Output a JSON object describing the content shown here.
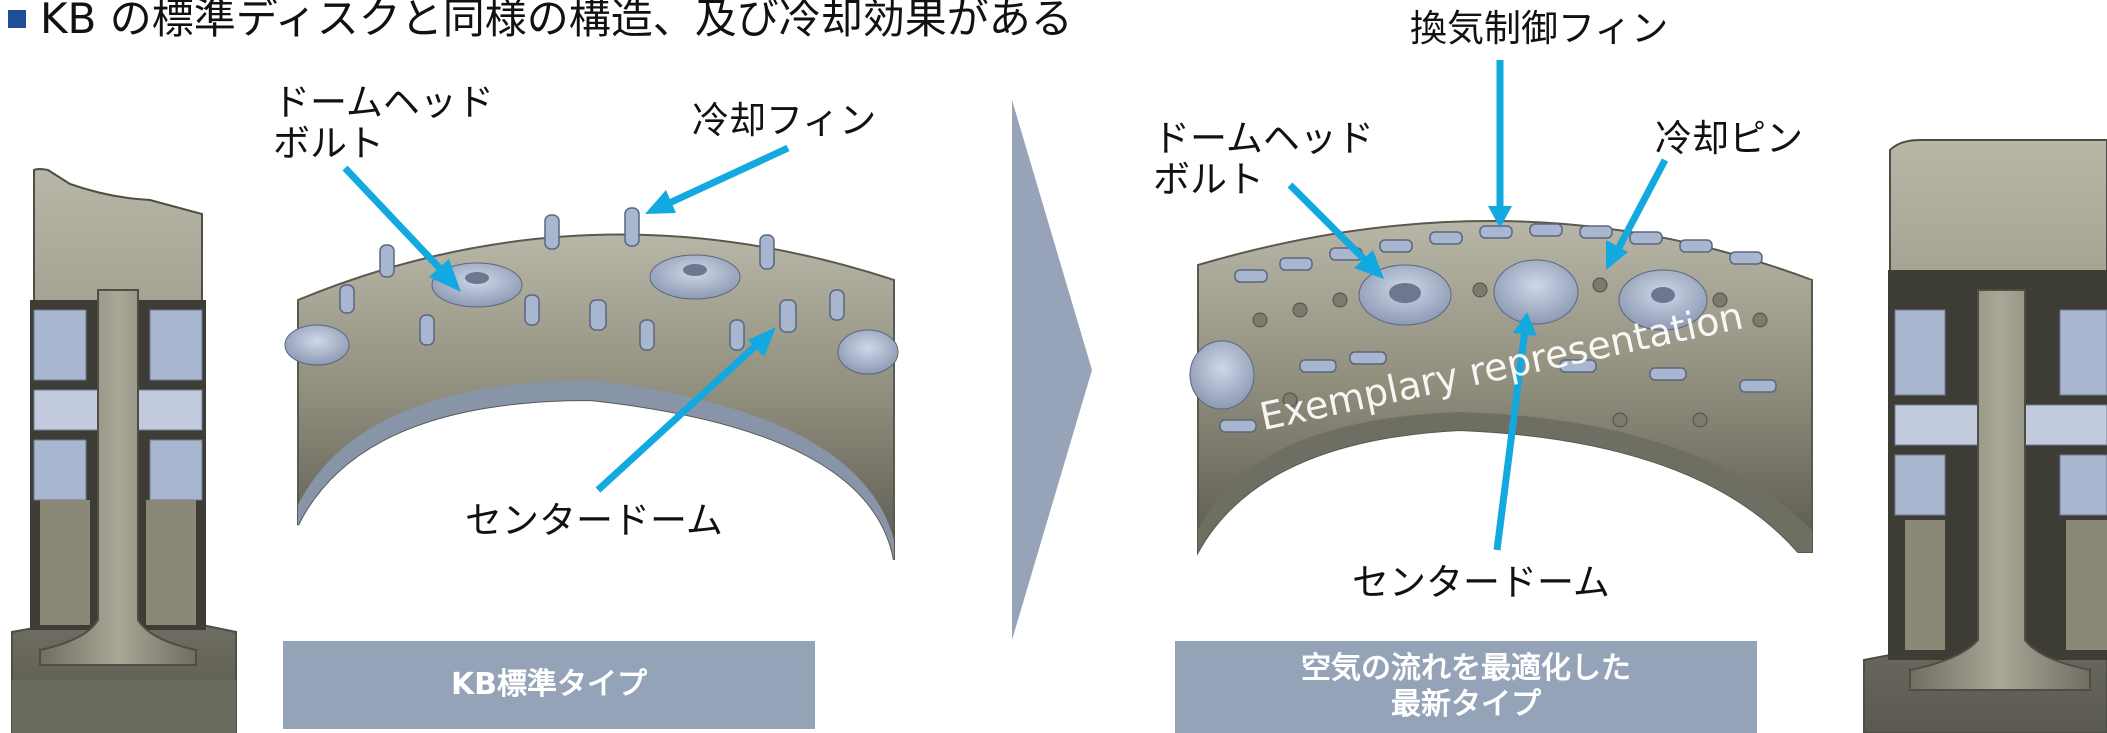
{
  "slide": {
    "headline": "KB の標準ディスクと同様の構造、及び冷却効果がある"
  },
  "left_figure": {
    "labels": {
      "dome_head_bolt": [
        "ドームヘッド",
        "ボルト"
      ],
      "cooling_fin": "冷却フィン",
      "center_dome": "センタードーム"
    },
    "tag": "KB標準タイプ"
  },
  "right_figure": {
    "labels": {
      "ventilation_fin": "換気制御フィン",
      "dome_head_bolt": [
        "ドームヘッド",
        "ボルト"
      ],
      "cooling_pin": "冷却ピン",
      "center_dome": "センタードーム"
    },
    "watermark": "Exemplary representation",
    "tag": [
      "空気の流れを最適化した",
      "最新タイプ"
    ]
  },
  "colors": {
    "callout": "#12a8e0",
    "tag_bg": "#94a3b8",
    "chevron": "#97a3b9",
    "disc_metal": "#8f8d7c",
    "disc_dark": "#4f4e45",
    "part_blue": "#a9b6cf"
  }
}
